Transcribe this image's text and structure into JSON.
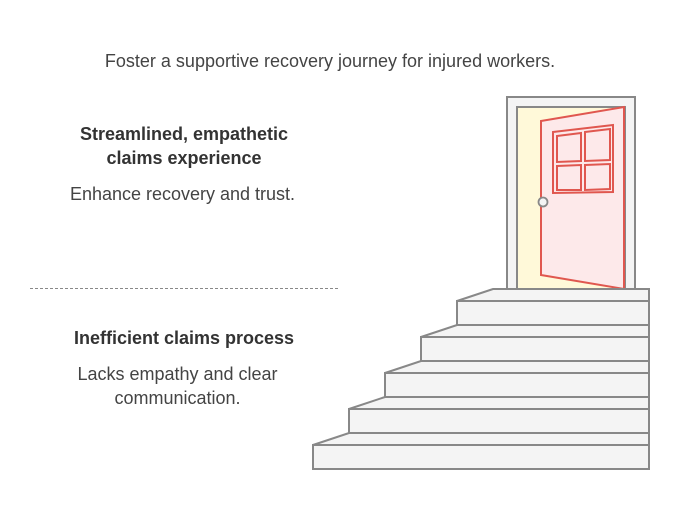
{
  "header": {
    "title": "Foster a supportive recovery journey for injured workers."
  },
  "top_section": {
    "heading_line1": "Streamlined, empathetic",
    "heading_line2": "claims experience",
    "description": "Enhance recovery and trust."
  },
  "bottom_section": {
    "heading": "Inefficient claims process",
    "description_line1": "Lacks empathy and clear",
    "description_line2": "communication."
  },
  "colors": {
    "stair_fill": "#f4f4f4",
    "stair_stroke": "#888888",
    "door_frame_fill": "#f4f4f4",
    "door_light": "#fff9d9",
    "door_fill": "#fde9ea",
    "door_stroke": "#e0574f",
    "text_dark": "#333333",
    "text_body": "#444444"
  }
}
